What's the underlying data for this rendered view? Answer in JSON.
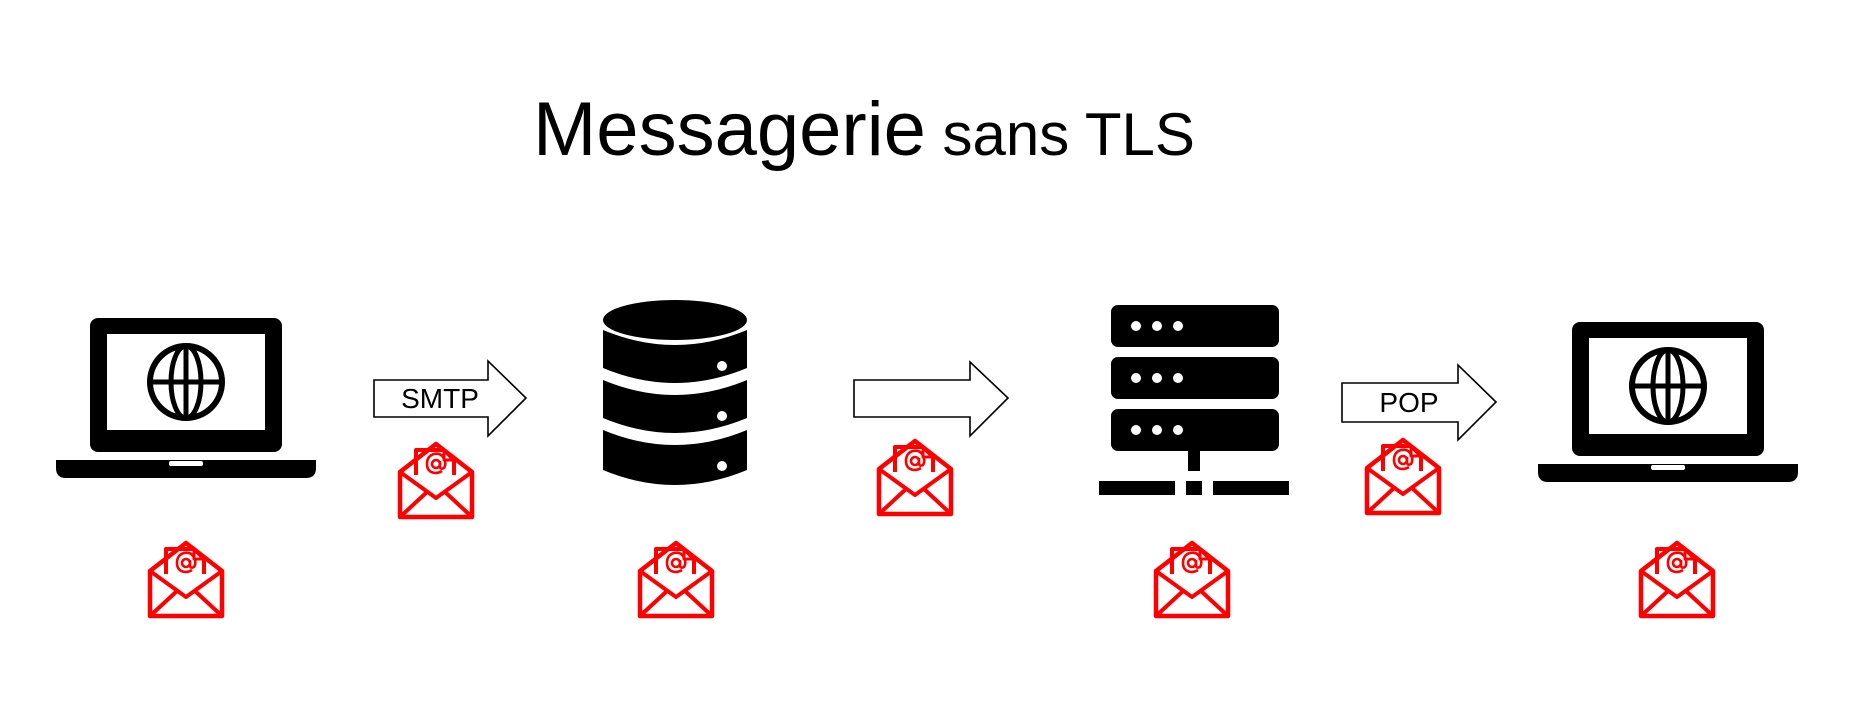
{
  "title": {
    "main": "Messagerie",
    "rest": " sans TLS"
  },
  "arrows": [
    {
      "label": "SMTP"
    },
    {
      "label": ""
    },
    {
      "label": "POP"
    }
  ],
  "nodes": [
    {
      "icon": "laptop-globe-icon"
    },
    {
      "icon": "database-icon"
    },
    {
      "icon": "server-icon"
    },
    {
      "icon": "laptop-globe-icon"
    }
  ],
  "colors": {
    "icon": "#000000",
    "mail": "#ff0000",
    "background": "#ffffff"
  }
}
